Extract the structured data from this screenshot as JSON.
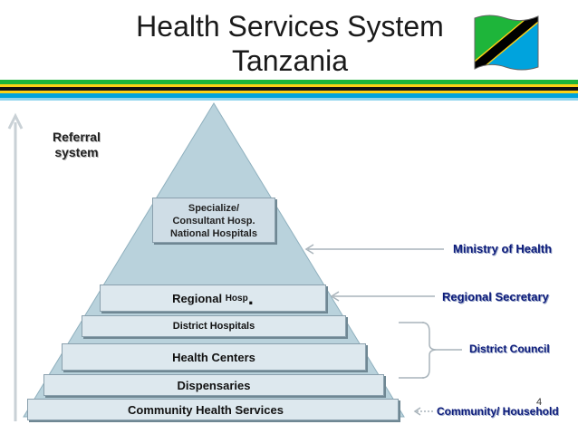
{
  "title": {
    "line1": "Health Services System",
    "line2": "Tanzania"
  },
  "referral": {
    "line1": "Referral",
    "line2": "system"
  },
  "tiers": {
    "top": {
      "line1": "Specialize/",
      "line2": "Consultant Hosp.",
      "line3": "National Hospitals"
    },
    "regional_main": "Regional",
    "regional_suffix": "Hosp",
    "regional_dot": ".",
    "district": "District Hospitals",
    "health_centers": "Health Centers",
    "dispensaries": "Dispensaries",
    "community": "Community Health Services"
  },
  "authorities": {
    "ministry": "Ministry of Health",
    "regional": "Regional Secretary",
    "district": "District Council",
    "community": "Community/ Household"
  },
  "page_number": "4",
  "colors": {
    "pyramid": "#b9d2dc",
    "tier": "#dde8ee",
    "label_blue": "#0c1b7a",
    "flag_green": "#1eb53a",
    "flag_blue": "#00a3dd",
    "flag_yellow": "#fcd116"
  }
}
